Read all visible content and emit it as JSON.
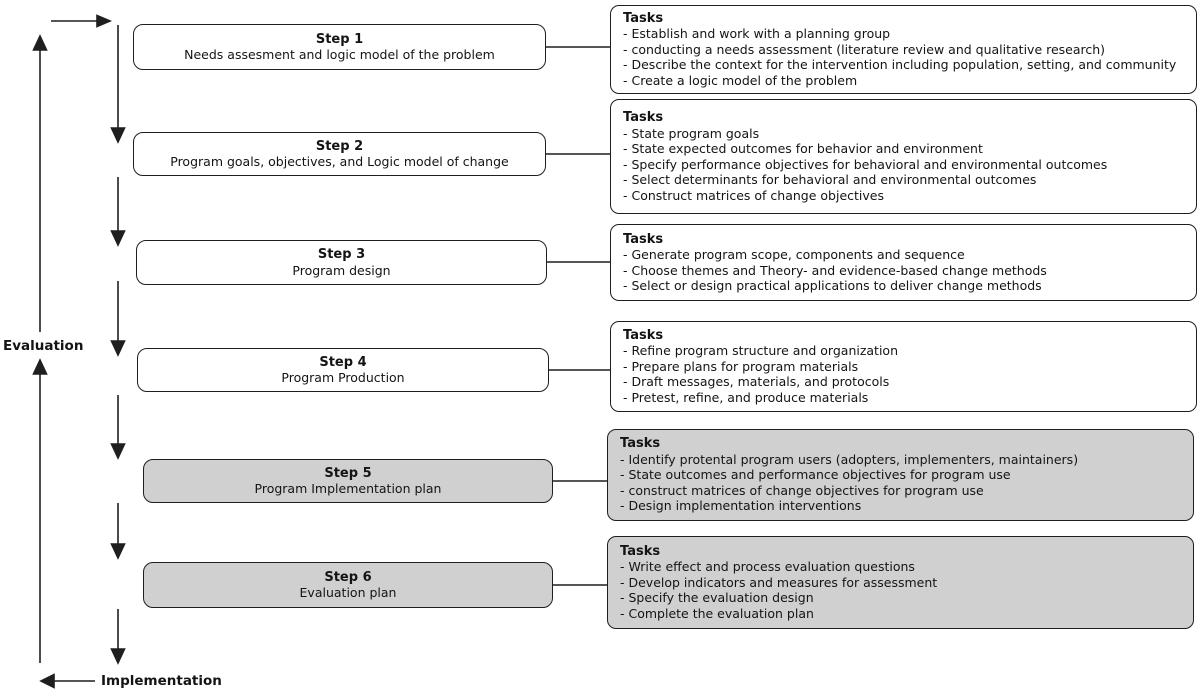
{
  "labels": {
    "evaluation": "Evaluation",
    "implementation": "Implementation",
    "tasks_header": "Tasks"
  },
  "colors": {
    "line": "#1f1f1f",
    "border": "#1f1f1f",
    "box_white": "#ffffff",
    "box_gray": "#d0d0d0",
    "text": "#141414"
  },
  "steps": [
    {
      "title": "Step 1",
      "subtitle": "Needs assesment and logic model of the problem",
      "shaded": false,
      "tasks": [
        "Establish and work with a planning group",
        "conducting a needs assessment (literature review and qualitative research)",
        "Describe the context for the intervention including population, setting, and community",
        "Create a logic model of the problem"
      ]
    },
    {
      "title": "Step 2",
      "subtitle": "Program goals, objectives, and Logic model of change",
      "shaded": false,
      "tasks": [
        "State program goals",
        "State expected outcomes for behavior and environment",
        "Specify performance objectives for behavioral and environmental outcomes",
        "Select determinants for behavioral and environmental outcomes",
        "Construct matrices of change objectives"
      ]
    },
    {
      "title": "Step 3",
      "subtitle": "Program design",
      "shaded": false,
      "tasks": [
        "Generate program scope, components and sequence",
        "Choose themes and Theory- and evidence-based change methods",
        "Select or design practical applications to deliver change methods"
      ]
    },
    {
      "title": "Step 4",
      "subtitle": "Program Production",
      "shaded": false,
      "tasks": [
        "Refine program structure and organization",
        "Prepare plans for program materials",
        "Draft messages, materials, and protocols",
        "Pretest, refine, and produce materials"
      ]
    },
    {
      "title": "Step 5",
      "subtitle": "Program Implementation plan",
      "shaded": true,
      "tasks": [
        "Identify protental program users (adopters, implementers, maintainers)",
        "State outcomes and performance objectives for program use",
        "construct matrices of change objectives for program use",
        "Design implementation interventions"
      ]
    },
    {
      "title": "Step 6",
      "subtitle": "Evaluation plan",
      "shaded": true,
      "tasks": [
        "Write effect and process evaluation questions",
        "Develop indicators and measures for assessment",
        "Specify the evaluation design",
        "Complete the evaluation plan"
      ]
    }
  ]
}
